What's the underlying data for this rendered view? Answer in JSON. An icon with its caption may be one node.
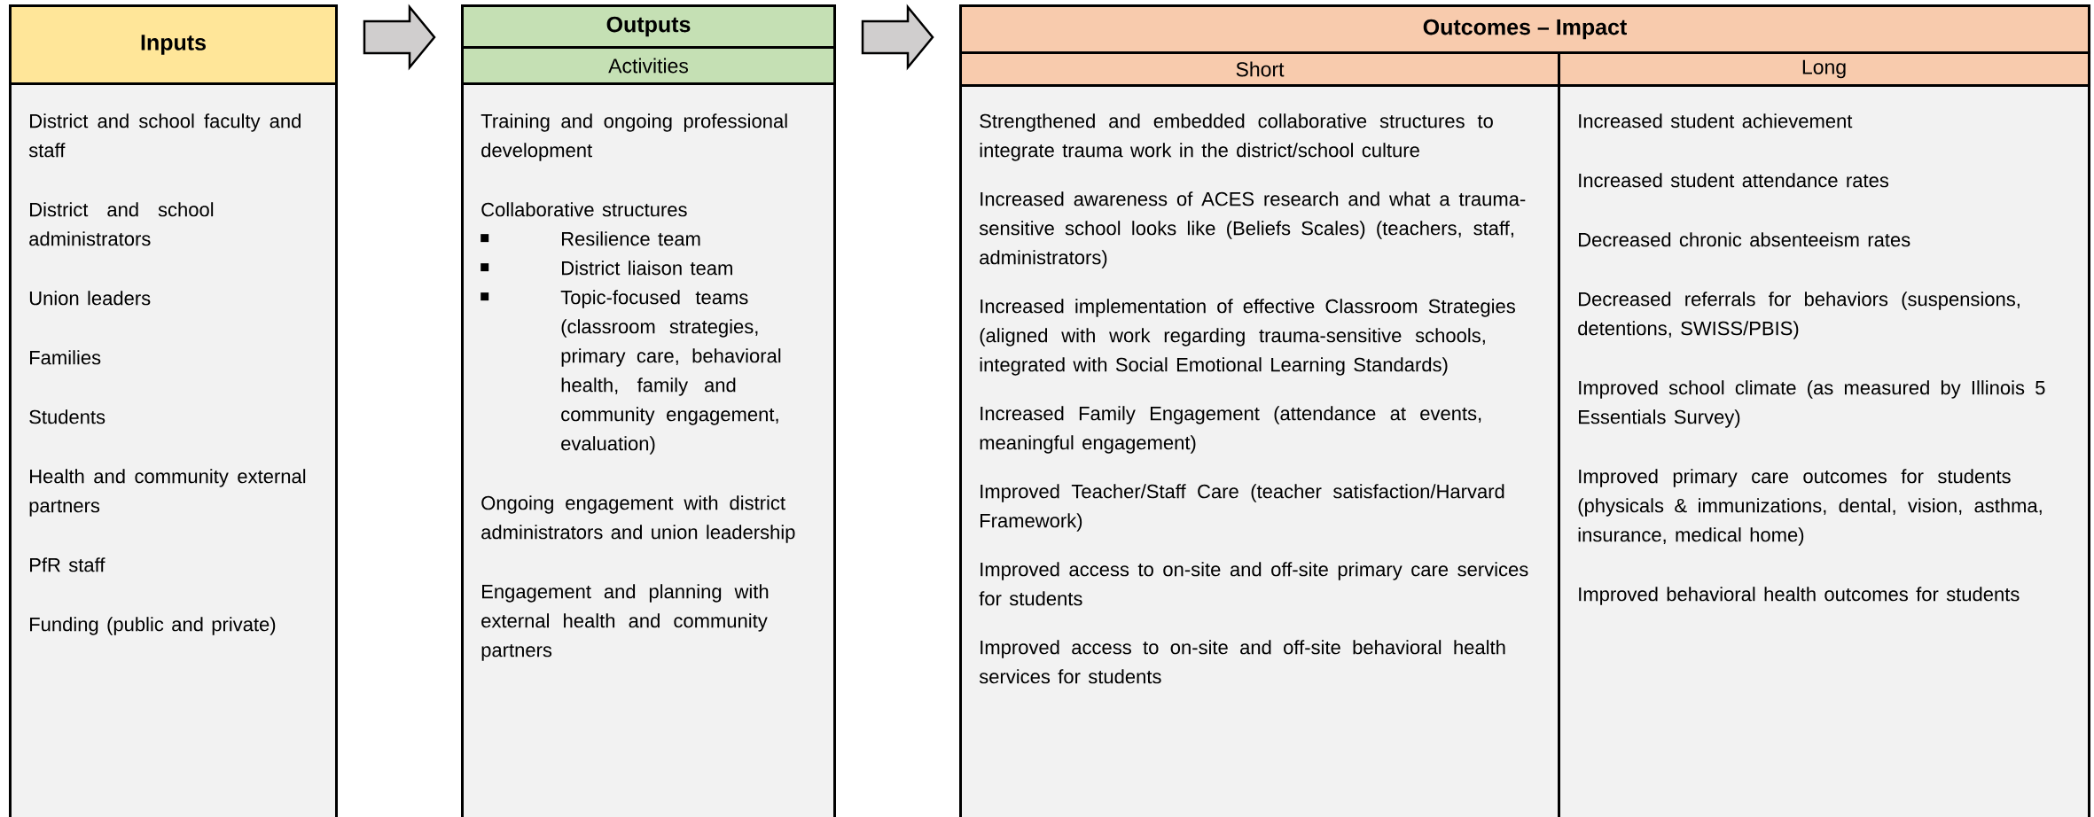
{
  "diagram": {
    "nodes": [
      {
        "text": [
          "Inputs",
          "District and school faculty and staff",
          "District and school administrators",
          "Union leaders",
          "Families",
          "Students",
          "Health and community external partners",
          "PfR staff",
          "Funding (public and private)"
        ]
      },
      {
        "text": [
          "Outputs",
          "Activities",
          "Training and ongoing professional development",
          "Collaborative structures",
          "Resilience team",
          "District liaison team",
          "Topic-focused teams (classroom strategies, primary care, behavioral health, family and community engagement, evaluation)",
          "Ongoing engagement with district administrators and union leadership",
          "Engagement and planning with external health and community partners"
        ]
      },
      {
        "text": [
          "Outcomes – Impact"
        ]
      },
      {
        "text": [
          "Short",
          "Strengthened and embedded collaborative structures to integrate trauma work in the district/school culture",
          "Increased awareness of ACES research and what a trauma-sensitive school looks like (Beliefs Scales) (teachers, staff, administrators)",
          "Increased implementation of effective Classroom Strategies (aligned with work regarding trauma-sensitive schools, integrated with Social Emotional Learning Standards)",
          "Increased Family Engagement (attendance at events, meaningful engagement)",
          "Improved Teacher/Staff Care (teacher satisfaction/Harvard Framework)",
          "Improved access to on-site and off-site primary care services for students",
          "Improved access to on-site and off-site behavioral health services for students"
        ],
        "in": 2
      },
      {
        "text": [
          "Long",
          "Increased student achievement",
          "Increased student attendance rates",
          "Decreased chronic absenteeism rates",
          "Decreased referrals for behaviors (suspensions, detentions, SWISS/PBIS)",
          "Improved school climate (as measured by Illinois 5 Essentials Survey)",
          "Improved primary care outcomes for students (physicals & immunizations, dental, vision, asthma, insurance, medical home)",
          "Improved behavioral health outcomes for students"
        ],
        "in": 2
      }
    ],
    "edges": [
      {
        "from": 0,
        "to": 1,
        "arrow": "to"
      },
      {
        "from": 1,
        "to": 2,
        "arrow": "to"
      }
    ]
  }
}
